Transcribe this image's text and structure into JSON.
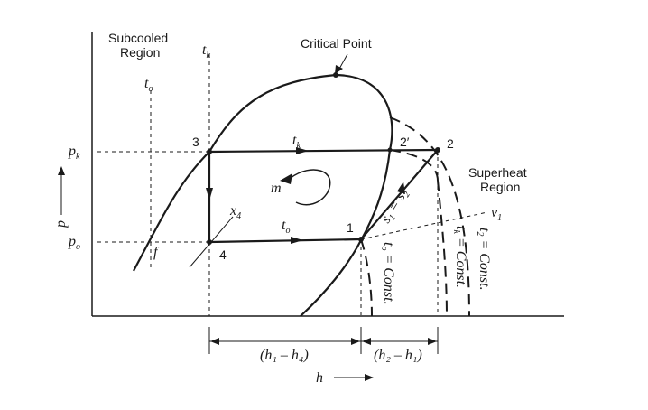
{
  "regions": {
    "subcooled_line1": "Subcooled",
    "subcooled_line2": "Region",
    "critical_point": "Critical Point",
    "superheat_line1": "Superheat",
    "superheat_line2": "Region"
  },
  "axes": {
    "y_label": "p",
    "x_label": "h",
    "pk_main": "p",
    "pk_sub": "k",
    "po_main": "p",
    "po_sub": "o"
  },
  "states": {
    "s1": "1",
    "s2": "2",
    "s2p": "2′",
    "s3": "3",
    "s4": "4",
    "f": "f"
  },
  "temps": {
    "t": "t",
    "k": "k",
    "o": "o",
    "two": "2"
  },
  "labels": {
    "m": "m",
    "x4_main": "x",
    "x4_sub": "4",
    "v1_main": "v",
    "v1_sub": "1",
    "s_eq": "s",
    "s_sub1": "1",
    "s_eq_mid": " = s",
    "s_sub2": "2",
    "const": " = Const."
  },
  "spans": {
    "h1_h4": "(h₁ – h₄)",
    "h2_h1": "(h₂ – h₁)"
  }
}
